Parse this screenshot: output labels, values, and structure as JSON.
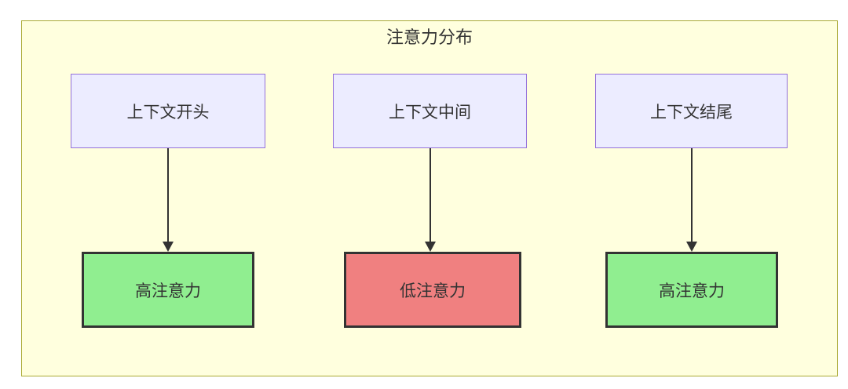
{
  "diagram": {
    "title": "注意力分布",
    "columns": [
      {
        "source": "上下文开头",
        "target": "高注意力",
        "target_type": "high"
      },
      {
        "source": "上下文中间",
        "target": "低注意力",
        "target_type": "low"
      },
      {
        "source": "上下文结尾",
        "target": "高注意力",
        "target_type": "high"
      }
    ],
    "colors": {
      "container_fill": "#ffffde",
      "container_border": "#aaaa33",
      "source_fill": "#ececff",
      "source_border": "#9370db",
      "high_attention_fill": "#90ee90",
      "low_attention_fill": "#f08080",
      "target_border": "#333333",
      "arrow": "#333333",
      "text": "#333333"
    }
  }
}
